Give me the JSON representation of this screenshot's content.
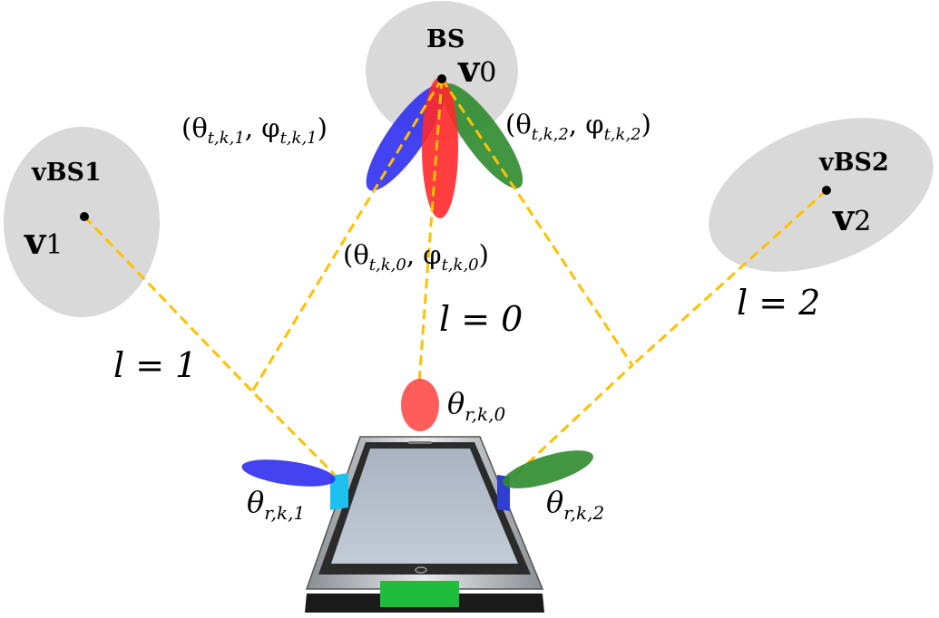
{
  "nodes": {
    "bs": {
      "name": "BS",
      "symbol": "v",
      "index": "0"
    },
    "vbs1": {
      "name": "vBS1",
      "symbol": "v",
      "index": "1"
    },
    "vbs2": {
      "name": "vBS2",
      "symbol": "v",
      "index": "2"
    }
  },
  "paths": {
    "l0": "l = 0",
    "l1": "l = 1",
    "l2": "l = 2"
  },
  "tx_beams": {
    "b0": {
      "open": "(θ",
      "sub1": "t,k,0",
      "mid": ", φ",
      "sub2": "t,k,0",
      "close": ")"
    },
    "b1": {
      "open": "(θ",
      "sub1": "t,k,1",
      "mid": ", φ",
      "sub2": "t,k,1",
      "close": ")"
    },
    "b2": {
      "open": "(θ",
      "sub1": "t,k,2",
      "mid": ", φ",
      "sub2": "t,k,2",
      "close": ")"
    }
  },
  "rx_beams": {
    "r0": {
      "sym": "θ",
      "sub": "r,k,0"
    },
    "r1": {
      "sym": "θ",
      "sub": "r,k,1"
    },
    "r2": {
      "sym": "θ",
      "sub": "r,k,2"
    }
  },
  "colors": {
    "region": "#d9d9d9",
    "blue": "#2f2ff0",
    "red": "#ff2a2a",
    "green": "#2e8b2e",
    "path": "#ffc000"
  }
}
